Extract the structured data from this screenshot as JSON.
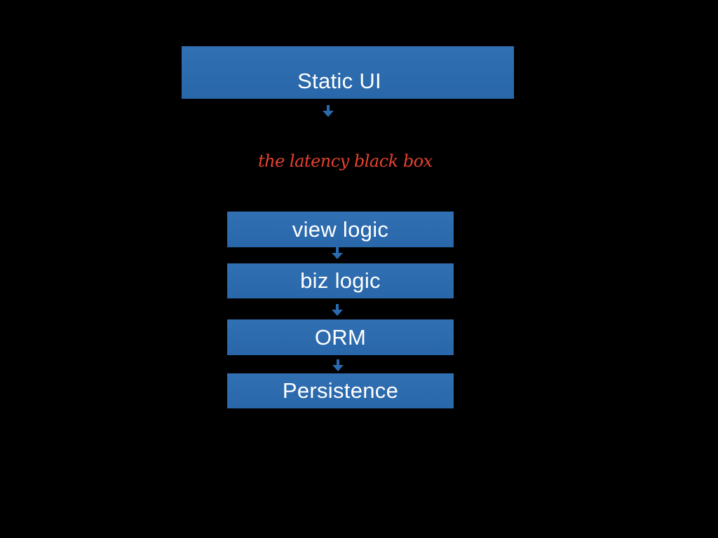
{
  "diagram": {
    "boxes": {
      "static_ui": "Static UI",
      "view_logic": "view logic",
      "biz_logic": "biz logic",
      "orm": "ORM",
      "persistence": "Persistence"
    },
    "annotation": "the latency black box"
  },
  "colors": {
    "background": "#000000",
    "box_fill": "#2a6bb0",
    "box_text": "#ffffff",
    "arrow": "#2a6bb0",
    "annotation_text": "#e8412e"
  },
  "icons": {
    "arrow": "arrow-down-icon"
  }
}
